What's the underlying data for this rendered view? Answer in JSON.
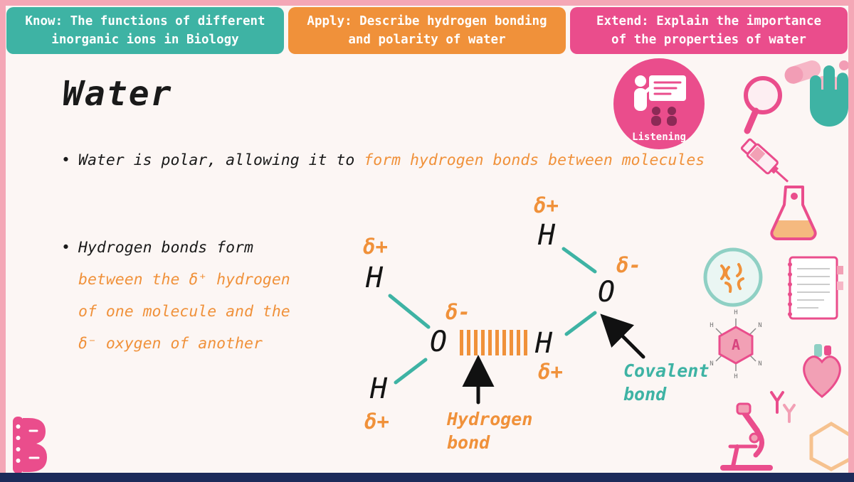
{
  "objectives": {
    "know": "Know: The functions of different inorganic ions in Biology",
    "apply": "Apply: Describe hydrogen bonding and polarity of water",
    "extend": "Extend: Explain the importance of the properties of water"
  },
  "title": "Water",
  "badge": {
    "label": "Listening"
  },
  "bullet1": {
    "plain": "Water is polar, allowing it to ",
    "highlight": "form hydrogen bonds between molecules"
  },
  "bullet2": {
    "plain": "Hydrogen bonds form",
    "line1": "between the δ⁺ hydrogen",
    "line2": "of one molecule and the",
    "line3": "δ⁻ oxygen of another"
  },
  "diagram": {
    "molecule_left": {
      "h_top": "H",
      "h_top_delta": "δ+",
      "o": "O",
      "o_delta": "δ-",
      "h_bottom": "H",
      "h_bottom_delta": "δ+"
    },
    "molecule_right": {
      "h_top": "H",
      "h_top_delta": "δ+",
      "o": "O",
      "o_delta": "δ-",
      "h_left": "H",
      "h_left_delta": "δ+"
    },
    "hydrogen_bond_label": "Hydrogen\nbond",
    "covalent_bond_label": "Covalent\nbond"
  },
  "decor": {
    "molecule_center_letter": "A",
    "molecule_atom_labels": [
      "H",
      "N",
      "N",
      "H",
      "N",
      "H"
    ]
  },
  "colors": {
    "teal": "#3eb3a4",
    "orange": "#f0913a",
    "pink": "#ea4d8c",
    "border_pink": "#f4a7b6",
    "navy": "#1c2b5a",
    "background": "#fcf6f4"
  }
}
